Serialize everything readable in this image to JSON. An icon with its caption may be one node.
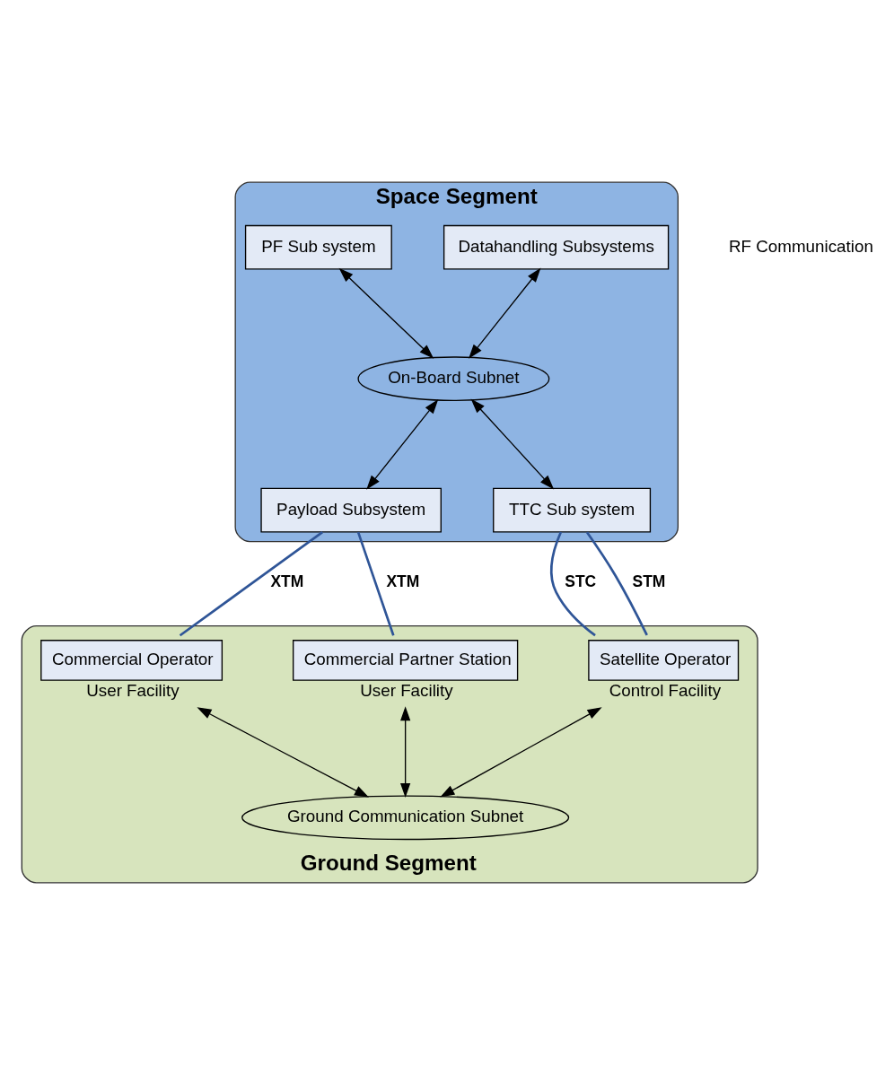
{
  "diagram": {
    "nodes": [
      {
        "text": [
          "Space Segment"
        ]
      },
      {
        "text": [
          "Datahandling Subsystems"
        ],
        "in": 0
      },
      {
        "text": [
          "On-Board Subnet"
        ],
        "in": 0
      },
      {
        "text": [
          "PF Sub system"
        ],
        "in": 0
      },
      {
        "text": [
          "Payload Subsystem"
        ],
        "in": 0
      },
      {
        "text": [
          "TTC Sub system"
        ],
        "in": 0
      },
      {
        "text": [
          "Ground Segment"
        ]
      },
      {
        "text": [
          "Satellite Operator"
        ],
        "beside": [
          "Control Facility"
        ],
        "in": 6
      },
      {
        "text": [
          "Commercial Operator"
        ],
        "beside": [
          "User Facility"
        ],
        "in": 6
      },
      {
        "text": [
          "Commercial Partner Station"
        ],
        "beside": [
          "User Facility"
        ],
        "in": 6
      },
      {
        "text": [
          "Ground Communication Subnet"
        ],
        "in": 6
      }
    ],
    "edges": [
      {
        "from": 1,
        "to": 2,
        "arrow": "both"
      },
      {
        "from": 3,
        "to": 2,
        "arrow": "both"
      },
      {
        "from": 2,
        "to": 4,
        "arrow": "both"
      },
      {
        "from": 2,
        "to": 5,
        "arrow": "both"
      },
      {
        "from": 5,
        "to": 7,
        "arrow": "none",
        "label": "STC",
        "color": "#2f5597"
      },
      {
        "from": 5,
        "to": 7,
        "arrow": "none",
        "label": "STM",
        "color": "#2f5597"
      },
      {
        "from": 4,
        "to": 8,
        "arrow": "none",
        "label": "XTM",
        "color": "#2f5597"
      },
      {
        "from": 4,
        "to": 9,
        "arrow": "none",
        "label": "XTM",
        "color": "#2f5597"
      },
      {
        "from": 7,
        "to": 10,
        "arrow": "both"
      },
      {
        "from": 8,
        "to": 10,
        "arrow": "both"
      },
      {
        "from": 9,
        "to": 10,
        "arrow": "both"
      }
    ],
    "labels": [
      "RF Communication"
    ]
  }
}
